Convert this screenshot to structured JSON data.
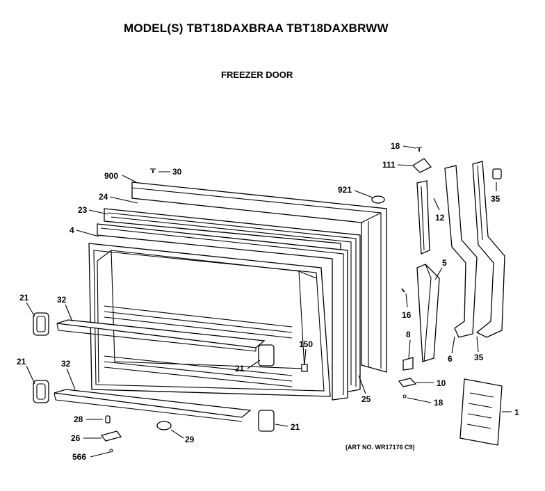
{
  "header": {
    "title": "MODEL(S) TBT18DAXBRAA  TBT18DAXBRWW",
    "section": "FREEZER DOOR",
    "art_number": "(ART NO. WR17176 C9)"
  },
  "callouts": {
    "c900": "900",
    "c30": "30",
    "c24": "24",
    "c23": "23",
    "c4": "4",
    "c921": "921",
    "c18top": "18",
    "c111": "111",
    "c35top": "35",
    "c12": "12",
    "c5": "5",
    "c16": "16",
    "c21a": "21",
    "c32a": "32",
    "c21b": "21",
    "c32b": "32",
    "c150": "150",
    "c21c": "21",
    "c8": "8",
    "c6": "6",
    "c35bot": "35",
    "c10": "10",
    "c25": "25",
    "c18bot": "18",
    "c1": "1",
    "c28": "28",
    "c21d": "21",
    "c26": "26",
    "c29": "29",
    "c566": "566"
  }
}
